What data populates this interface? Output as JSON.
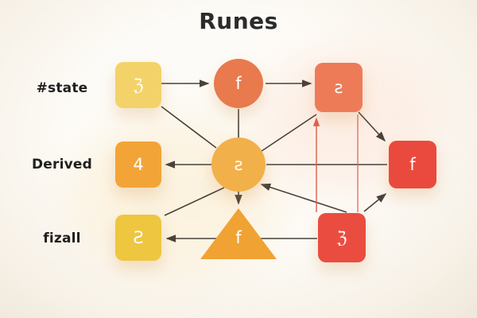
{
  "title": "Runes",
  "labels": {
    "row1": "#state",
    "row2": "Derived",
    "row3": "fizall"
  },
  "nodes": {
    "row1_left": {
      "glyph": "ℨ",
      "shape": "square",
      "color": "#f3d269"
    },
    "row1_mid": {
      "glyph": "f",
      "shape": "circle",
      "color": "#e87a4d"
    },
    "row1_right": {
      "glyph": "ƨ",
      "shape": "square",
      "color": "#ee7b58"
    },
    "row2_left": {
      "glyph": "4",
      "shape": "square",
      "color": "#f2a437"
    },
    "center": {
      "glyph": "ƨ",
      "shape": "circle",
      "color": "#f2b04a"
    },
    "row2_right": {
      "glyph": "f",
      "shape": "square",
      "color": "#ea4a3d"
    },
    "row3_left": {
      "glyph": "Ƨ",
      "shape": "square",
      "color": "#eec63f"
    },
    "row3_mid": {
      "glyph": "f",
      "shape": "triangle",
      "color": "#f0a233"
    },
    "row3_right": {
      "glyph": "ℨ",
      "shape": "square",
      "color": "#ea4d40"
    }
  },
  "edges": [
    {
      "from": "row1_left",
      "to": "row1_mid",
      "arrow": true,
      "color": "#4a4139"
    },
    {
      "from": "row1_mid",
      "to": "row1_right",
      "arrow": true,
      "color": "#4a4139"
    },
    {
      "from": "row1_mid",
      "to": "center",
      "arrow": false,
      "color": "#4a4139"
    },
    {
      "from": "row1_left",
      "to": "center",
      "arrow": false,
      "color": "#4a4139"
    },
    {
      "from": "center",
      "to": "row2_left",
      "arrow": true,
      "color": "#4a4139"
    },
    {
      "from": "center",
      "to": "row1_right",
      "arrow": false,
      "color": "#4a4139"
    },
    {
      "from": "center",
      "to": "row2_right",
      "arrow": false,
      "color": "#4a4139"
    },
    {
      "from": "row1_right",
      "to": "row2_right",
      "arrow": true,
      "color": "#4a4139"
    },
    {
      "from": "center",
      "to": "row3_mid",
      "arrow": true,
      "color": "#4a4139"
    },
    {
      "from": "center",
      "to": "row3_left",
      "arrow": false,
      "color": "#4a4139"
    },
    {
      "from": "row3_right",
      "to": "center",
      "arrow": true,
      "color": "#4a4139"
    },
    {
      "from": "row3_right",
      "to": "row3_left",
      "arrow": true,
      "color": "#4a4139"
    },
    {
      "from": "row3_right",
      "to": "row2_right",
      "arrow": true,
      "color": "#4a4139"
    },
    {
      "from": "row3_right",
      "to": "row1_right",
      "arrow": true,
      "color": "#dd5f4c"
    },
    {
      "from": "row3_right",
      "to": "row1_right",
      "arrow": false,
      "color": "#dd5f4c"
    }
  ],
  "colors": {
    "background": "#faf6ef",
    "edge": "#4a4139",
    "edge_accent": "#dd5f4c",
    "title_text": "#2b2b2b"
  }
}
